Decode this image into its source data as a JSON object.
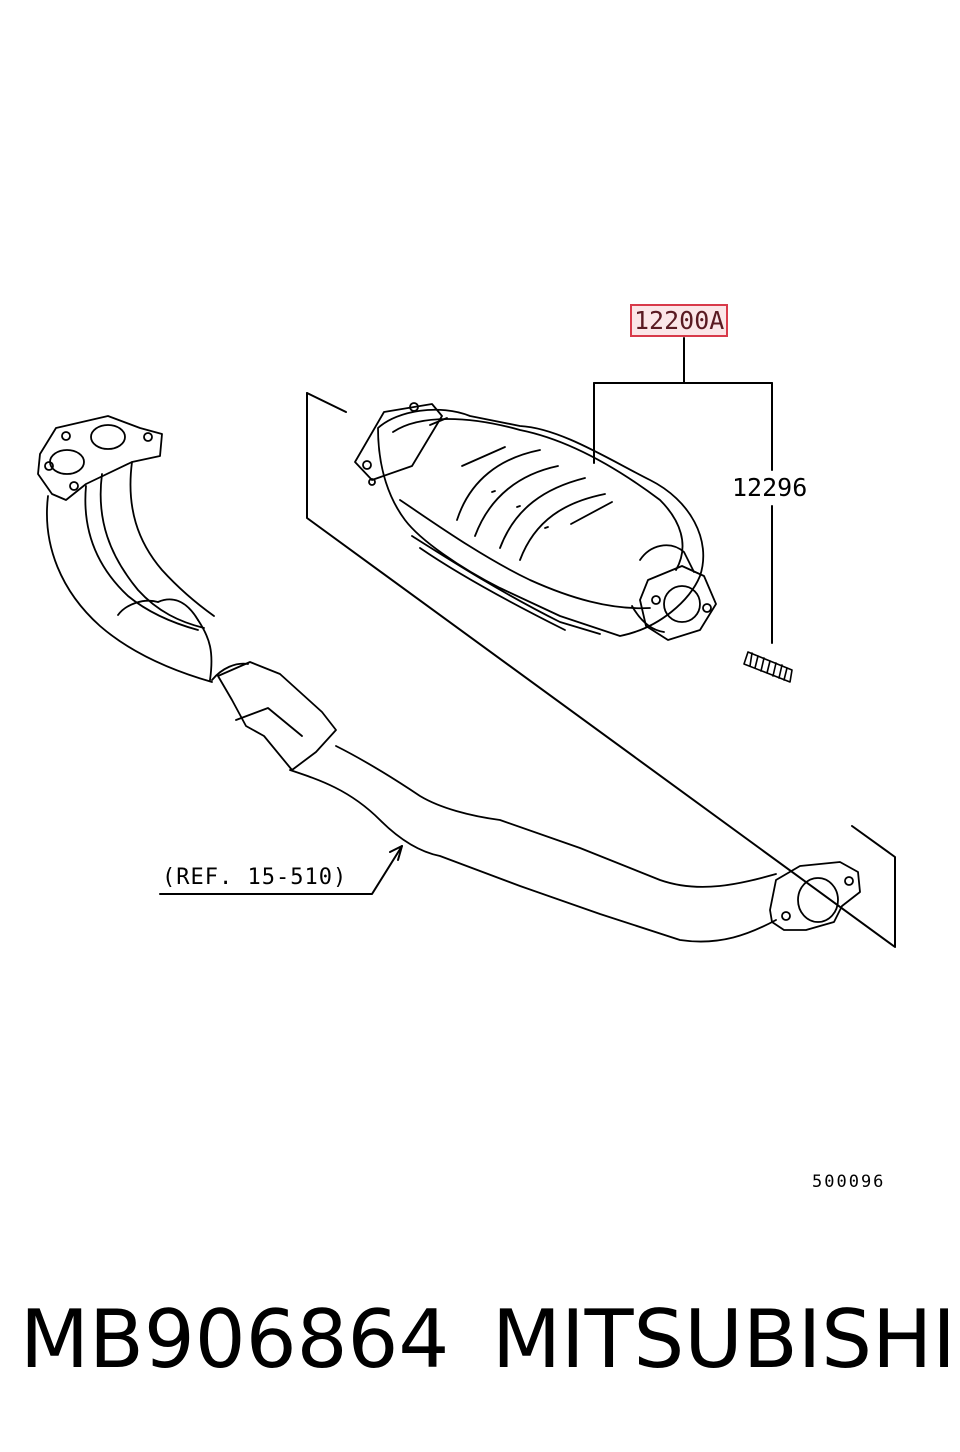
{
  "callouts": {
    "main_part": "12200A",
    "stud": "12296",
    "reference": "(REF. 15-510)",
    "diagram_code": "500096"
  },
  "footer": {
    "part_number": "MB906864",
    "brand": "MITSUBISHI"
  },
  "colors": {
    "highlight_border": "#d83a4a",
    "highlight_fill": "#fbe6e8"
  }
}
